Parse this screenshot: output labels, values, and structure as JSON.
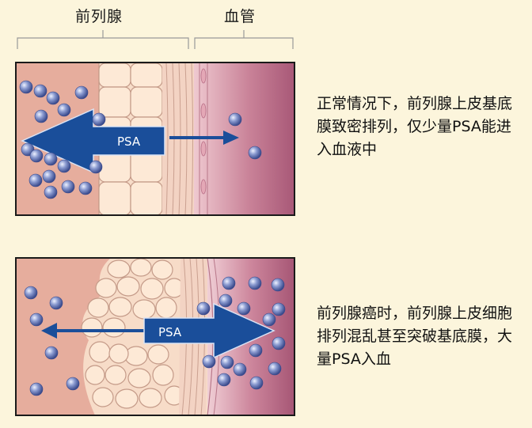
{
  "labels": {
    "prostate": "前列腺",
    "blood_vessel": "血管"
  },
  "panel_normal": {
    "arrow_label": "PSA",
    "caption": "正常情况下，前列腺上皮基底膜致密排列，仅少量PSA能进入血液中"
  },
  "panel_cancer": {
    "arrow_label": "PSA",
    "caption": "前列腺癌时，前列腺上皮细胞排列混乱甚至突破基底膜，大量PSA入血"
  },
  "colors": {
    "background": "#fcf5dc",
    "tissue": "#e3ab9c",
    "vessel": "#c57a93",
    "arrow": "#1a4e9a",
    "dot": "#6478b8"
  }
}
